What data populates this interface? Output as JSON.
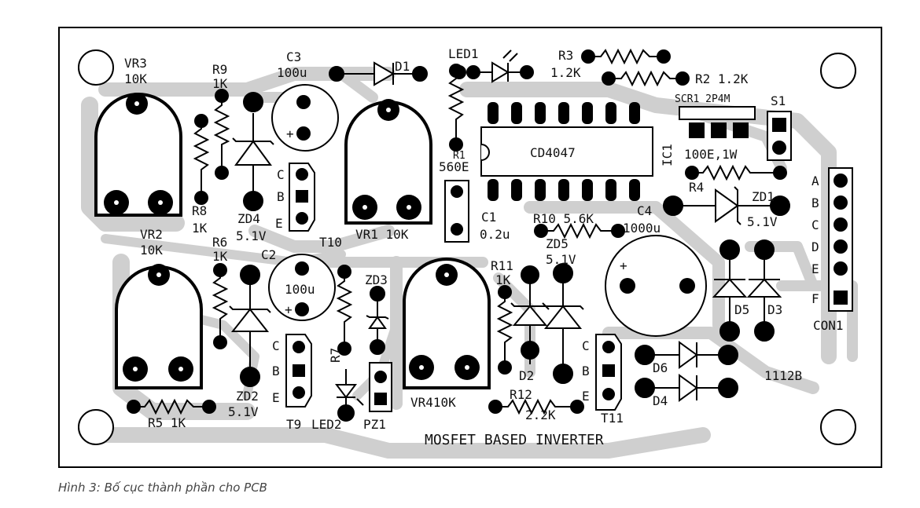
{
  "caption": "Hình 3: Bố cục thành phần cho PCB",
  "board": {
    "title": "MOSFET BASED INVERTER",
    "board_code": "1112B",
    "labels": {
      "vr3": "VR3",
      "vr3_val": "10K",
      "vr2": "VR2",
      "vr2_val": "10K",
      "vr1": "VR1 10K",
      "vr4": "VR410K",
      "r9": "R9",
      "r9_val": "1K",
      "r8": "R8",
      "r8_val": "1K",
      "r6": "R6",
      "r6_val": "1K",
      "r5": "R5 1K",
      "r7": "R7",
      "r1": "R1",
      "r1_val": "560E",
      "r3": "R3",
      "r3_val": "1.2K",
      "r2": "R2 1.2K",
      "r4": "R4",
      "r4_val": "100E,1W",
      "r10": "R10 5.6K",
      "r11": "R11",
      "r11_val": "1K",
      "r12": "R12",
      "r12_val": "2.2K",
      "c3": "C3",
      "c3_val": "100u",
      "c2": "C2",
      "c2_val": "100u",
      "c1": "C1",
      "c1_val": "0.2u",
      "c4": "C4",
      "c4_val": "1000u",
      "d1": "D1",
      "d2": "D2",
      "d3": "D3",
      "d4": "D4",
      "d5": "D5",
      "d6": "D6",
      "led1": "LED1",
      "led2": "LED2",
      "zd4": "ZD4",
      "zd4_val": "5.1V",
      "zd2": "ZD2",
      "zd2_val": "5.1V",
      "zd3": "ZD3",
      "zd5": "ZD5",
      "zd5_val": "5.1V",
      "zd1": "ZD1",
      "zd1_val": "5.1V",
      "t10": "T10",
      "t9": "T9",
      "t11": "T11",
      "pin_c": "C",
      "pin_b": "B",
      "pin_e": "E",
      "ic": "CD4047",
      "ic_ref": "IC1",
      "scr": "SCR1 2P4M",
      "s1": "S1",
      "pz1": "PZ1",
      "con1": "CON1",
      "con_a": "A",
      "con_b": "B",
      "con_c": "C",
      "con_d": "D",
      "con_e": "E",
      "con_f": "F"
    }
  }
}
